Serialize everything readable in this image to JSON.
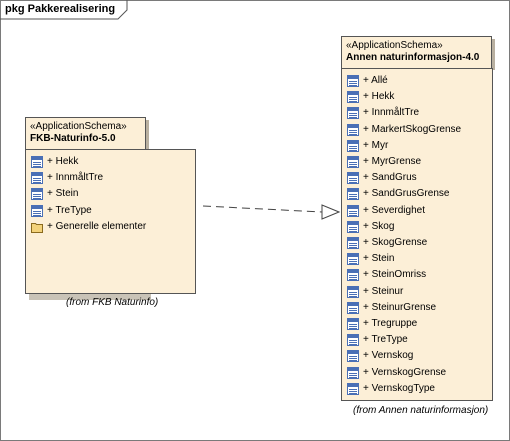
{
  "diagram": {
    "title": "pkg Pakkerealisering"
  },
  "packages": {
    "fkb": {
      "stereotype": "«ApplicationSchema»",
      "name": "FKB-Naturinfo-5.0",
      "members": [
        {
          "label": "+ Hekk",
          "icon": "class-icon"
        },
        {
          "label": "+ InnmåltTre",
          "icon": "class-icon"
        },
        {
          "label": "+ Stein",
          "icon": "class-icon"
        },
        {
          "label": "+ TreType",
          "icon": "class-icon"
        },
        {
          "label": "+ Generelle elementer",
          "icon": "folder-icon"
        }
      ],
      "caption": "(from FKB Naturinfo)"
    },
    "annen": {
      "stereotype": "«ApplicationSchema»",
      "name": "Annen naturinformasjon-4.0",
      "members": [
        {
          "label": "+ Allé",
          "icon": "class-icon"
        },
        {
          "label": "+ Hekk",
          "icon": "class-icon"
        },
        {
          "label": "+ InnmåltTre",
          "icon": "class-icon"
        },
        {
          "label": "+ MarkertSkogGrense",
          "icon": "class-icon"
        },
        {
          "label": "+ Myr",
          "icon": "class-icon"
        },
        {
          "label": "+ MyrGrense",
          "icon": "class-icon"
        },
        {
          "label": "+ SandGrus",
          "icon": "class-icon"
        },
        {
          "label": "+ SandGrusGrense",
          "icon": "class-icon"
        },
        {
          "label": "+ Severdighet",
          "icon": "class-icon"
        },
        {
          "label": "+ Skog",
          "icon": "class-icon"
        },
        {
          "label": "+ SkogGrense",
          "icon": "class-icon"
        },
        {
          "label": "+ Stein",
          "icon": "class-icon"
        },
        {
          "label": "+ SteinOmriss",
          "icon": "class-icon"
        },
        {
          "label": "+ Steinur",
          "icon": "class-icon"
        },
        {
          "label": "+ SteinurGrense",
          "icon": "class-icon"
        },
        {
          "label": "+ Tregruppe",
          "icon": "class-icon"
        },
        {
          "label": "+ TreType",
          "icon": "class-icon"
        },
        {
          "label": "+ Vernskog",
          "icon": "class-icon"
        },
        {
          "label": "+ VernskogGrense",
          "icon": "class-icon"
        },
        {
          "label": "+ VernskogType",
          "icon": "class-icon"
        }
      ],
      "caption": "(from Annen naturinformasjon)"
    }
  },
  "colors": {
    "package_fill": "#fcefd7",
    "class_icon": "#4a6fb5",
    "folder_icon": "#f3d27a"
  }
}
